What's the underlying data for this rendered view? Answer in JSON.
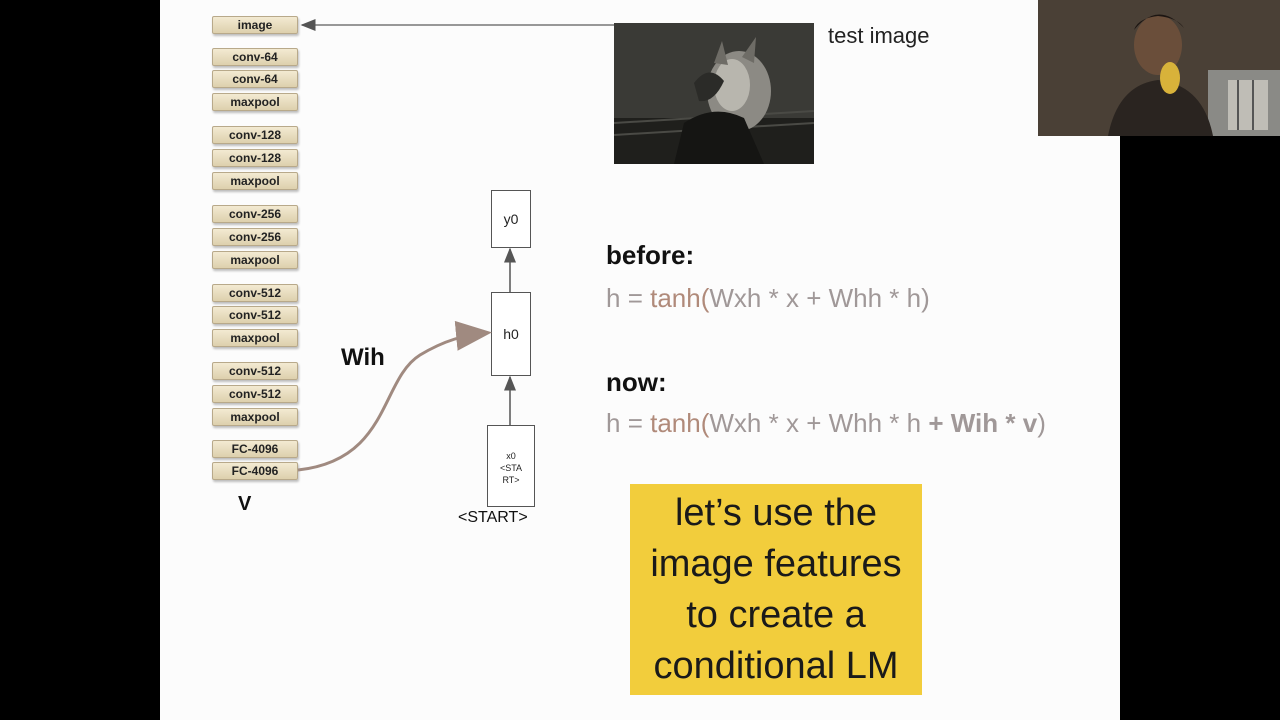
{
  "cnn": {
    "image_layer": "image",
    "layers": [
      "conv-64",
      "conv-64",
      "maxpool",
      "conv-128",
      "conv-128",
      "maxpool",
      "conv-256",
      "conv-256",
      "maxpool",
      "conv-512",
      "conv-512",
      "maxpool",
      "conv-512",
      "conv-512",
      "maxpool",
      "FC-4096",
      "FC-4096"
    ],
    "output_label": "V"
  },
  "test_image": {
    "label": "test image"
  },
  "connection": {
    "label": "Wih"
  },
  "rnn": {
    "y_node": "y0",
    "h_node": "h0",
    "x_node_lines": [
      "x0",
      "<STA",
      "RT>"
    ],
    "start_caption": "<START>"
  },
  "equations": {
    "before_label": "before:",
    "before": {
      "h": "h",
      "eq": " = ",
      "tanh": "tanh",
      "open": "(",
      "wxh": "Wxh",
      "x_term": " * x",
      "plus1": " + ",
      "whh": "Whh",
      "h_term": " * h",
      "close": ")"
    },
    "now_label": "now:",
    "now": {
      "h": "h",
      "eq": " = ",
      "tanh": "tanh",
      "open": "(",
      "wxh": "Wxh",
      "x_term": " * x",
      "plus1": " + ",
      "whh": "Whh",
      "h_term": " * h",
      "plus2": " + ",
      "wih": "Wih",
      "v_term": " * v",
      "close": ")"
    }
  },
  "callout": {
    "lines": [
      "let’s use the",
      "image features",
      "to create a",
      "conditional LM"
    ],
    "color": "#f2cd3c"
  },
  "colors": {
    "slide_bg": "#fcfcfc",
    "equation_gray": "#a09898",
    "tanh_brown": "#b08a7a",
    "arrow_brown": "#a08a80"
  }
}
